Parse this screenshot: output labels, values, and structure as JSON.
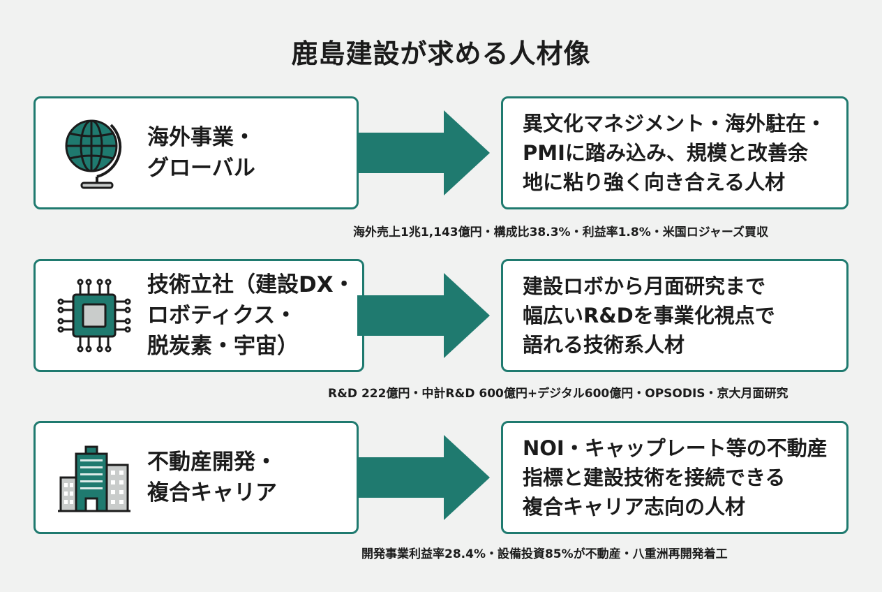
{
  "title": "鹿島建設が求める人材像",
  "colors": {
    "accent": "#1f7a6f",
    "icon_grey": "#c9cccb",
    "background": "#f1f2f1"
  },
  "rows": [
    {
      "icon": "globe-icon",
      "label": "海外事業・\nグローバル",
      "description": "異文化マネジメント・海外駐在・\nPMIに踏み込み、規模と改善余\n地に粘り強く向き合える人材",
      "note": "海外売上1兆1,143億円・構成比38.3%・利益率1.8%・米国ロジャーズ買収"
    },
    {
      "icon": "chip-icon",
      "label": "技術立社（建設DX・\nロボティクス・\n脱炭素・宇宙）",
      "description": "建設ロボから月面研究まで\n幅広いR&Dを事業化視点で\n語れる技術系人材",
      "note": "R&D 222億円・中計R&D 600億円+デジタル600億円・OPSODIS・京大月面研究"
    },
    {
      "icon": "buildings-icon",
      "label": "不動産開発・\n複合キャリア",
      "description": "NOI・キャップレート等の不動産\n指標と建設技術を接続できる\n複合キャリア志向の人材",
      "note": "開発事業利益率28.4%・設備投資85%が不動産・八重洲再開発着工"
    }
  ]
}
